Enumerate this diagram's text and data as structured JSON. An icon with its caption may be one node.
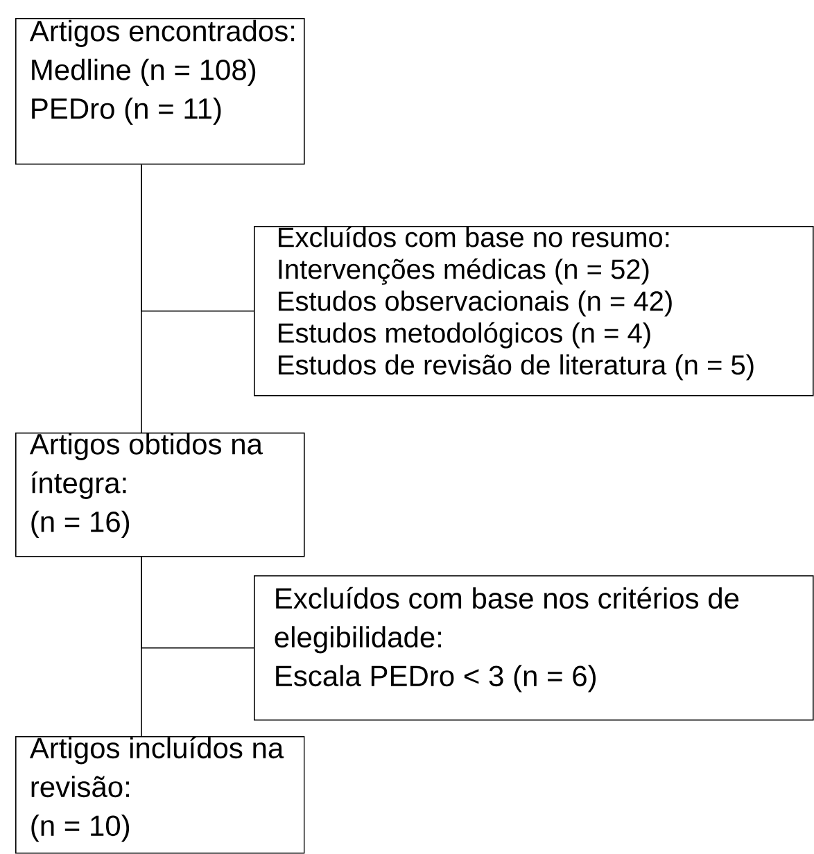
{
  "diagram": {
    "nodes": [
      {
        "text": [
          "Artigos encontrados:",
          "Medline (n = 108)",
          "PEDro (n = 11)"
        ]
      },
      {
        "text": [
          "Excluídos com base no resumo:",
          "Intervenções médicas (n = 52)",
          "Estudos observacionais (n = 42)",
          "Estudos metodológicos (n = 4)",
          "Estudos de revisão de literatura (n = 5)"
        ]
      },
      {
        "text": [
          "Artigos obtidos na íntegra:",
          "(n = 16)"
        ]
      },
      {
        "text": [
          "Excluídos com base nos critérios de elegibilidade:",
          "Escala PEDro < 3 (n = 6)"
        ]
      },
      {
        "text": [
          "Artigos incluídos na revisão:",
          "(n = 10)"
        ]
      }
    ],
    "edges": [
      {
        "from": 0,
        "to": 1,
        "arrow": "none"
      },
      {
        "from": 0,
        "to": 2,
        "arrow": "none"
      },
      {
        "from": 2,
        "to": 3,
        "arrow": "none"
      },
      {
        "from": 2,
        "to": 4,
        "arrow": "none"
      }
    ]
  }
}
